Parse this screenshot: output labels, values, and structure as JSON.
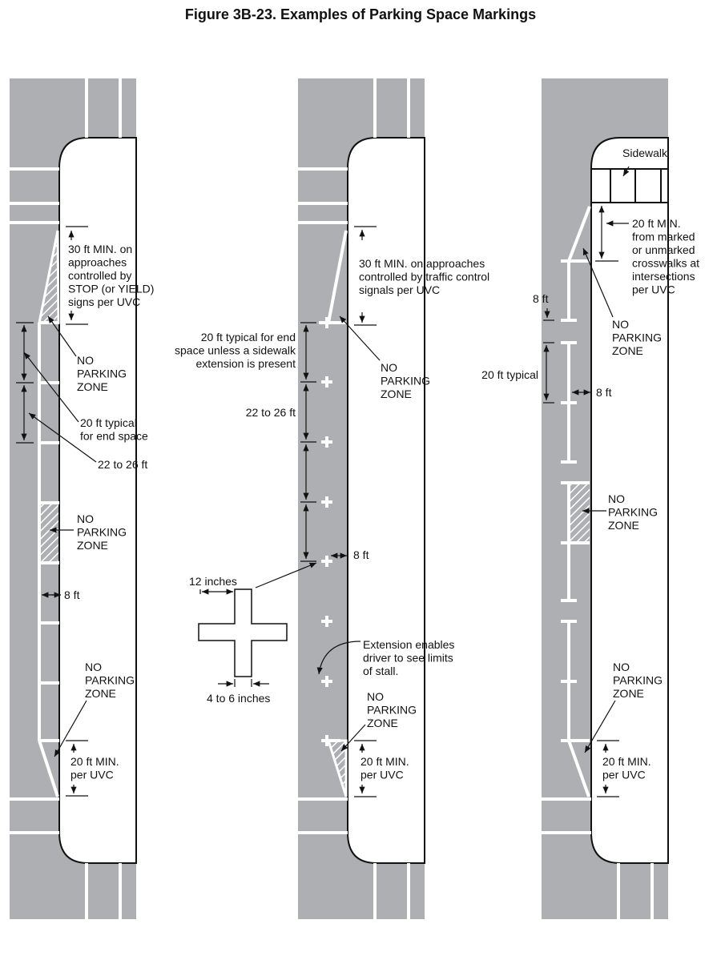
{
  "title": "Figure 3B-23.  Examples of Parking Space Markings",
  "colors": {
    "road": "#aeafb2",
    "marking": "#ffffff",
    "line": "#111111"
  },
  "panel_left": {
    "approach_note": [
      "30 ft MIN. on",
      "approaches",
      "controlled by",
      "STOP (or YIELD)",
      "signs per UVC"
    ],
    "no_parking_1": [
      "NO",
      "PARKING",
      "ZONE"
    ],
    "end_space": [
      "20 ft typical",
      "for end space"
    ],
    "stall_length": "22 to 26 ft",
    "no_parking_2": [
      "NO",
      "PARKING",
      "ZONE"
    ],
    "width": "8 ft",
    "no_parking_3": [
      "NO",
      "PARKING",
      "ZONE"
    ],
    "bottom_note": [
      "20 ft MIN.",
      "per UVC"
    ]
  },
  "panel_middle": {
    "approach_note": [
      "30 ft MIN. on approaches",
      "controlled by traffic control",
      "signals per UVC"
    ],
    "end_space": [
      "20 ft typical for end",
      "space unless a sidewalk",
      "extension is present"
    ],
    "no_parking_1": [
      "NO",
      "PARKING",
      "ZONE"
    ],
    "stall_length": "22 to 26 ft",
    "width": "8 ft",
    "cross_size": "12 inches",
    "cross_width": "4 to 6 inches",
    "extension_note": [
      "Extension enables",
      "driver to see limits",
      "of stall."
    ],
    "no_parking_2": [
      "NO",
      "PARKING",
      "ZONE"
    ],
    "bottom_note": [
      "20 ft MIN.",
      "per UVC"
    ]
  },
  "panel_right": {
    "sidewalk": "Sidewalk",
    "crosswalk_note": [
      "20 ft MIN.",
      "from marked",
      "or unmarked",
      "crosswalks at",
      "intersections",
      "per UVC"
    ],
    "gap": "8 ft",
    "no_parking_1": [
      "NO",
      "PARKING",
      "ZONE"
    ],
    "stall_length": "20 ft typical",
    "width": "8 ft",
    "no_parking_2": [
      "NO",
      "PARKING",
      "ZONE"
    ],
    "no_parking_3": [
      "NO",
      "PARKING",
      "ZONE"
    ],
    "bottom_note": [
      "20 ft MIN.",
      "per UVC"
    ]
  }
}
